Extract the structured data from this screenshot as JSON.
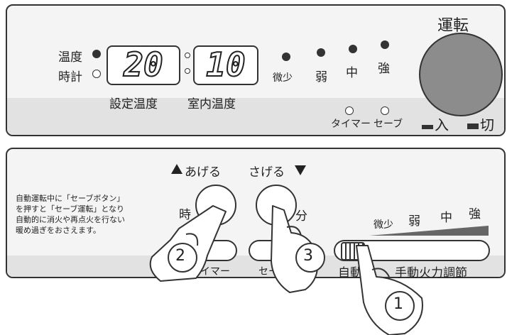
{
  "top_panel": {
    "temp_label": "温度",
    "clock_label": "時計",
    "set_temp_value": "20",
    "room_temp_value": "10",
    "set_temp_label": "設定温度",
    "room_temp_label": "室内温度",
    "levels": [
      "微少",
      "弱",
      "中",
      "強"
    ],
    "run_label": "運転",
    "timer_label": "タイマー",
    "save_label": "セーブ",
    "on_label": "入",
    "off_label": "切"
  },
  "bottom_panel": {
    "up_label": "あげる",
    "down_label": "さげる",
    "hour_label": "時",
    "minute_label": "分",
    "note": "自動運転中に「セーブボタン」を押すと「セーブ運転」となり自動的に消火や再点火を行ない暖め過ぎをおさえます。",
    "note_lines": [
      "自動運転中に「セーブボタン」",
      "を押すと「セーブ運転」となり",
      "自動的に消火や再点火を行ない",
      "暖め過ぎをおさえます。"
    ],
    "levels": [
      "微少",
      "弱",
      "中",
      "強"
    ],
    "timer_label": "タイマー",
    "save_label": "セーブ",
    "auto_label": "自動",
    "manual_label": "手動火力調節"
  },
  "steps": [
    "2",
    "3",
    "1"
  ]
}
